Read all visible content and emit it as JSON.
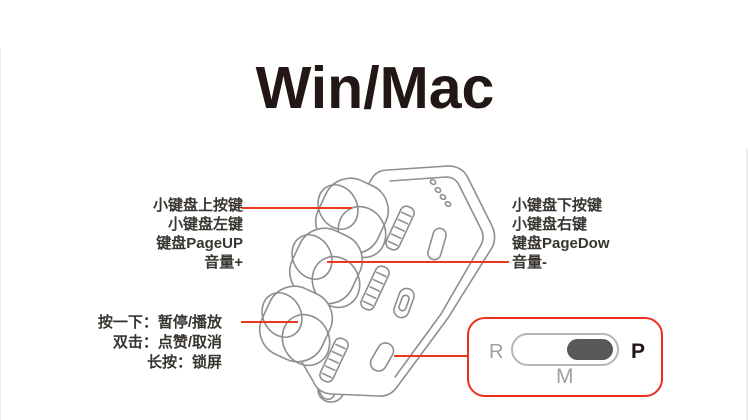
{
  "page": {
    "title": "Win/Mac"
  },
  "annotations": {
    "knob_top": {
      "lines": [
        "小键盘上按键",
        "小键盘左键",
        "键盘PageUP",
        "音量+"
      ]
    },
    "knob_middle": {
      "lines": [
        "小键盘下按键",
        "小键盘右键",
        "键盘PageDow",
        "音量-"
      ]
    },
    "knob_bottom": {
      "lines": [
        "按一下：暂停/播放",
        "双击：点赞/取消",
        "长按：锁屏"
      ]
    }
  },
  "mode_switch_callout": {
    "left_label": "R",
    "right_label": "P",
    "bottom_label": "M",
    "selected_side": "P"
  },
  "device": {
    "illustration": "three-knob-controller-line-drawing"
  },
  "colors": {
    "annotation_red": "#e8391f",
    "callout_border_red": "#ee2f1e",
    "device_stroke_gray": "#8d8e8f",
    "switch_knob_dark": "#595757",
    "switch_pill_border": "#b5b6b6",
    "gray_label": "#9fa0a0",
    "annotation_text": "#383430",
    "title_black": "#221714"
  }
}
